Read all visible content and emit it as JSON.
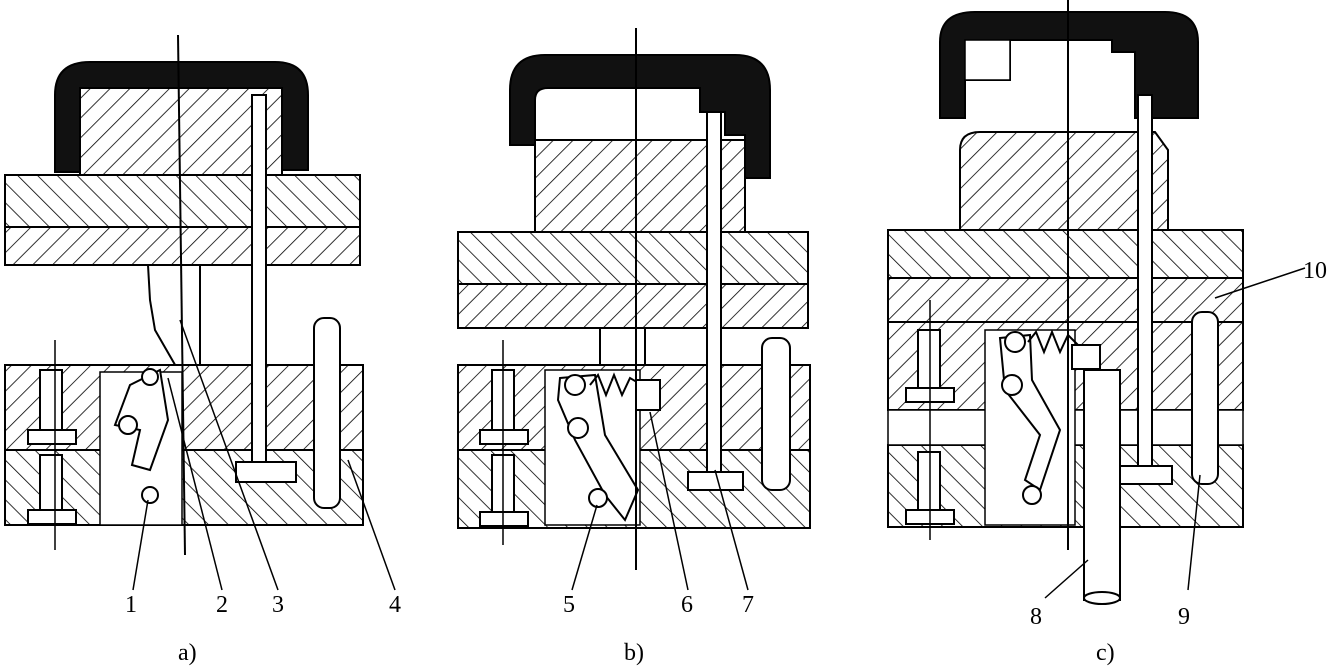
{
  "figure": {
    "panels": [
      {
        "id": "a",
        "caption": "a)",
        "callouts": [
          "1",
          "2",
          "3",
          "4"
        ]
      },
      {
        "id": "b",
        "caption": "b)",
        "callouts": [
          "5",
          "6",
          "7"
        ]
      },
      {
        "id": "c",
        "caption": "c)",
        "callouts": [
          "8",
          "9",
          "10"
        ]
      }
    ]
  }
}
